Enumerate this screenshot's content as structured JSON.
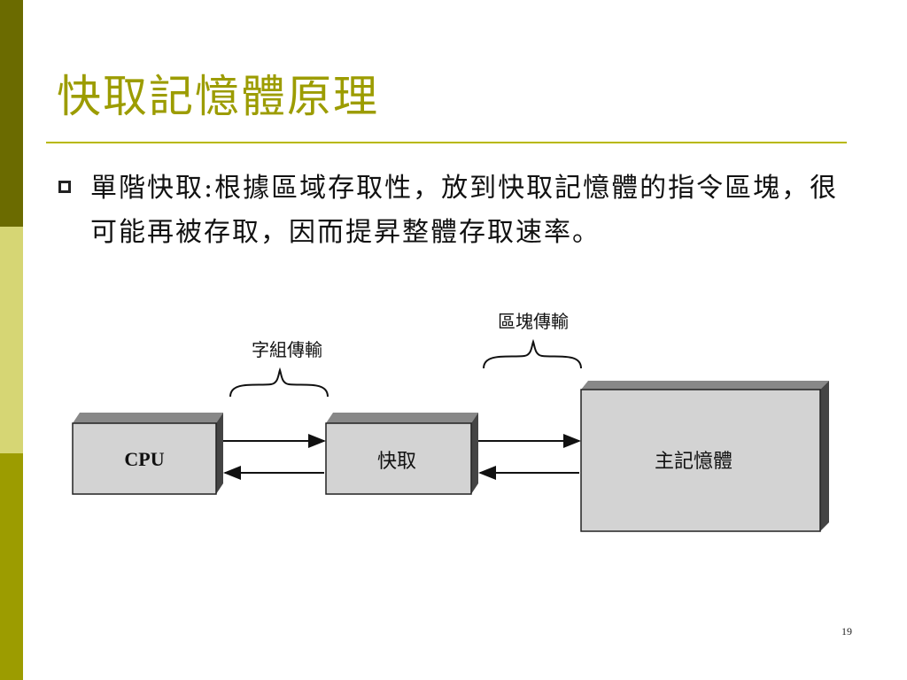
{
  "slide": {
    "title": "快取記憶體原理",
    "bullet": {
      "text": "單階快取:根據區域存取性，放到快取記憶體的指令區塊，很可能再被存取，因而提昇整體存取速率。"
    },
    "page_number": "19"
  },
  "diagram": {
    "boxes": {
      "cpu": "CPU",
      "cache": "快取",
      "main_memory": "主記憶體"
    },
    "transfers": {
      "word": "字組傳輸",
      "block": "區塊傳輸"
    }
  },
  "colors": {
    "title": "#9c9c00",
    "rule": "#b8b800",
    "stripe_dark": "#6b6b00",
    "stripe_light": "#d6d674",
    "stripe_mid": "#9c9c00",
    "box_face": "#d3d3d3",
    "box_shadow": "#444444"
  }
}
